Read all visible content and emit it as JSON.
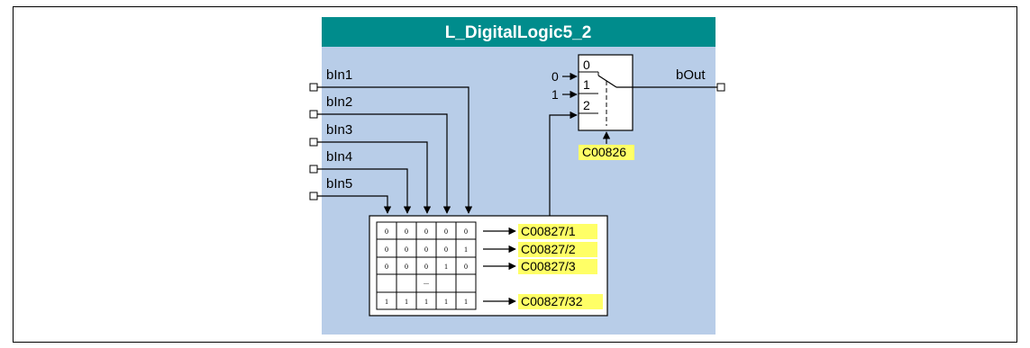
{
  "block": {
    "title": "L_DigitalLogic5_2",
    "inputs": [
      "bIn1",
      "bIn2",
      "bIn3",
      "bIn4",
      "bIn5"
    ],
    "output": "bOut"
  },
  "selector": {
    "const_inputs": [
      "0",
      "1"
    ],
    "positions": [
      "0",
      "1",
      "2"
    ],
    "code": "C00826"
  },
  "truth_table": {
    "rows": [
      [
        "0",
        "0",
        "0",
        "0",
        "0"
      ],
      [
        "0",
        "0",
        "0",
        "0",
        "1"
      ],
      [
        "0",
        "0",
        "0",
        "1",
        "0"
      ],
      [
        "",
        "",
        "...",
        "",
        ""
      ],
      [
        "1",
        "1",
        "1",
        "1",
        "1"
      ]
    ],
    "codes": [
      "C00827/1",
      "C00827/2",
      "C00827/3",
      "C00827/32"
    ]
  },
  "colors": {
    "block_bg": "#b8cde8",
    "title_bg": "#008c8c",
    "code_bg": "#ffff66",
    "line": "#000000"
  }
}
